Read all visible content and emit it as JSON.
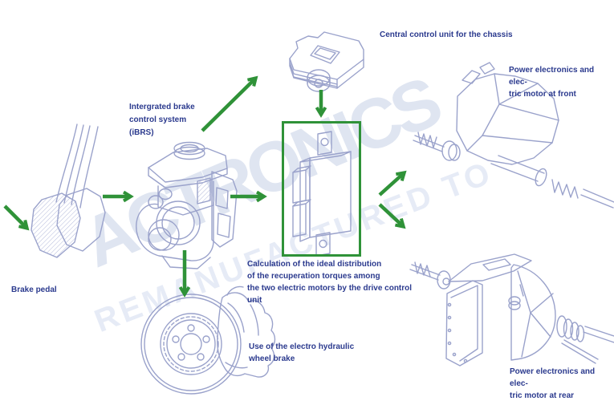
{
  "diagram": {
    "description": "Recuperation braking system flow diagram",
    "watermark": {
      "brand": "ACTRONICS",
      "tagline": "REMANUFACTURED TO"
    },
    "nodes": {
      "brake_pedal": {
        "label": "Brake pedal"
      },
      "ibrs": {
        "label": "Intergrated brake\ncontrol system\n(iBRS)"
      },
      "central_control_unit": {
        "label": "Central control unit for the chassis"
      },
      "drive_control_unit": {
        "label": "Calculation of the ideal distribution\nof the recuperation torques among\nthe two electric motors by the drive control\nunit"
      },
      "front_motor": {
        "label": "Power electronics and elec-\ntric motor at front"
      },
      "rear_motor": {
        "label": "Power electronics and elec-\ntric motor at rear"
      },
      "wheel_brake": {
        "label": "Use of the electro hydraulic\nwheel brake"
      }
    },
    "colors": {
      "background": "#ffffff",
      "arrow_green": "#2f9238",
      "highlight_box_green": "#2f9238",
      "label_text_blue": "#2b3a8e",
      "line_art_blue": "#9aa2cb",
      "watermark_blue": "#dfe5f1"
    }
  }
}
